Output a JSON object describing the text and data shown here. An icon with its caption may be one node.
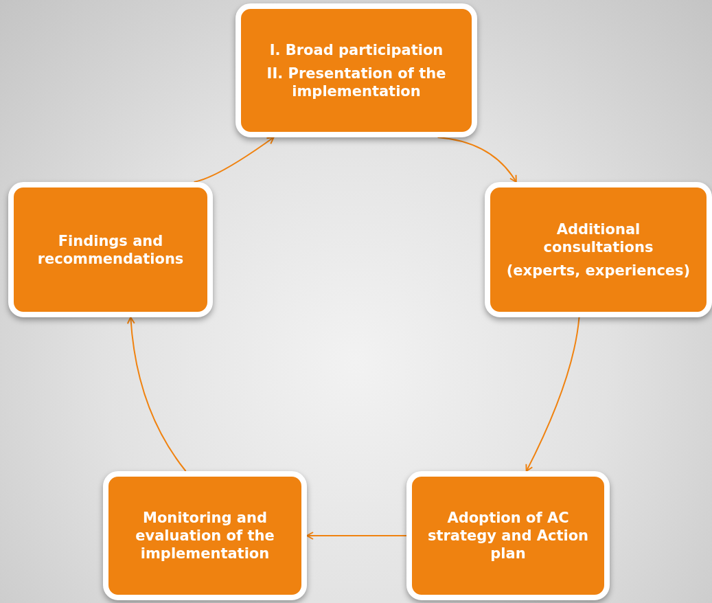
{
  "diagram": {
    "nodes": [
      {
        "text": [
          "I. Broad participation",
          "II. Presentation of  the implementation"
        ]
      },
      {
        "text": [
          "Additional consultations",
          "(experts, experiences)"
        ]
      },
      {
        "text": [
          "Adoption of AC strategy and Action plan"
        ]
      },
      {
        "text": [
          "Monitoring and evaluation of the implementation"
        ]
      },
      {
        "text": [
          "Findings and recommendations"
        ]
      }
    ],
    "edges": [
      {
        "from": 0,
        "to": 1,
        "arrow": "to"
      },
      {
        "from": 1,
        "to": 2,
        "arrow": "to"
      },
      {
        "from": 2,
        "to": 3,
        "arrow": "to"
      },
      {
        "from": 3,
        "to": 4,
        "arrow": "to"
      },
      {
        "from": 4,
        "to": 0,
        "arrow": "to"
      }
    ]
  }
}
